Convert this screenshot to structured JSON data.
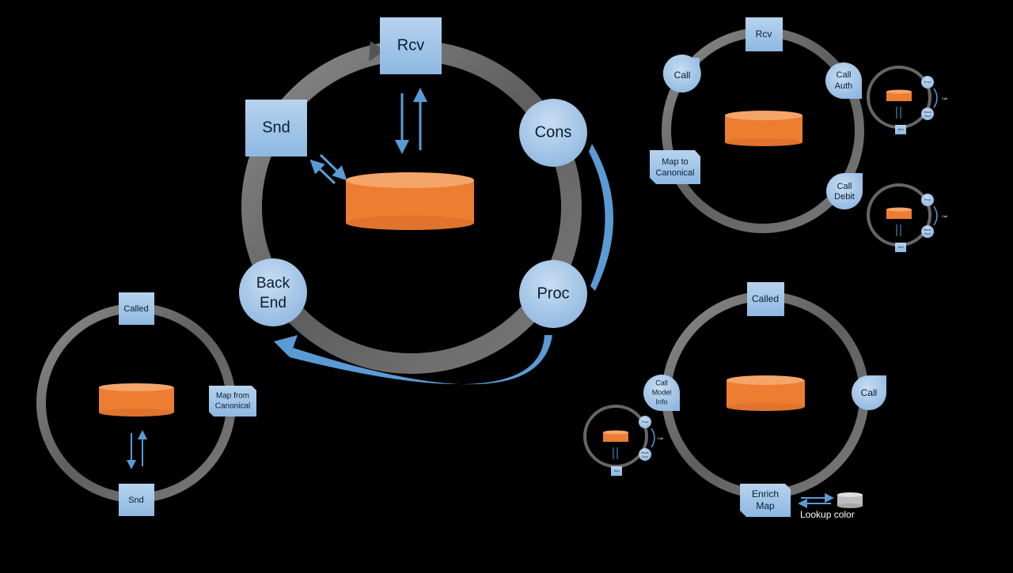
{
  "main": {
    "rcv": "Rcv",
    "snd": "Snd",
    "cons": "Cons",
    "proc": "Proc",
    "back_end_line1": "Back",
    "back_end_line2": "End"
  },
  "top_right": {
    "rcv": "Rcv",
    "call": "Call",
    "call_auth_line1": "Call",
    "call_auth_line2": "Auth",
    "map_line1": "Map to",
    "map_line2": "Canonical",
    "call_debit_line1": "Call",
    "call_debit_line2": "Debit"
  },
  "bottom_left": {
    "called": "Called",
    "map_line1": "Map from",
    "map_line2": "Canonical",
    "snd": "Snd"
  },
  "bottom_right": {
    "called": "Called",
    "call": "Call",
    "call_model_line1": "Call",
    "call_model_line2": "Model",
    "call_model_line3": "Info",
    "enrich_line1": "Enrich",
    "enrich_line2": "Map",
    "lookup": "Lookup color"
  },
  "mini": {
    "proc": "Proc",
    "back_line1": "Back",
    "back_line2": "End",
    "snd": "Snd",
    "call": "Call"
  },
  "colors": {
    "ring": "#6b6b6b",
    "box": "#9dc3e6",
    "db": "#ed7d31",
    "arrow": "#5b9bd5"
  }
}
